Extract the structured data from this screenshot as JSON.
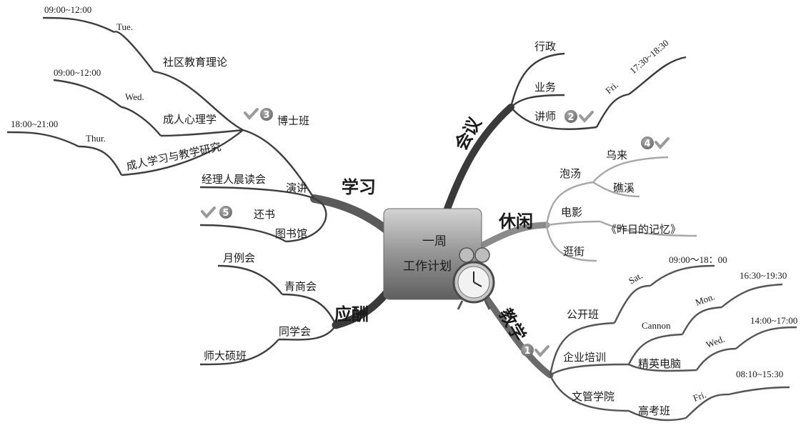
{
  "center": {
    "line1": "一周",
    "line2": "工作计划"
  },
  "branches": {
    "study": {
      "title": "学习",
      "phd": "博士班",
      "phd_badge": "3",
      "community": "社区教育理论",
      "community_day": "Tue.",
      "community_time": "09:00~12:00",
      "adult_psych": "成人心理学",
      "adult_psych_day": "Wed.",
      "adult_psych_time": "09:00~12:00",
      "adult_research": "成人学习与教学研究",
      "adult_research_day": "Thur.",
      "adult_research_time": "18:00~21:00",
      "speech": "演讲",
      "reading_club": "经理人晨读会",
      "library": "图书馆",
      "return_books": "还书",
      "return_badge": "5"
    },
    "social": {
      "title": "应酬",
      "youth_club": "青商会",
      "monthly": "月例会",
      "classmates": "同学会",
      "masters": "师大硕班"
    },
    "meeting": {
      "title": "会议",
      "admin": "行政",
      "business": "业务",
      "lecturer": "讲师",
      "lecturer_badge": "2",
      "lecturer_day": "Fri.",
      "lecturer_time": "17:30~18:30"
    },
    "leisure": {
      "title": "休闲",
      "hot_spring": "泡汤",
      "wulai": "乌来",
      "wulai_badge": "4",
      "jiaoxi": "礁溪",
      "movie": "电影",
      "movie_title": "《昨日的记忆》",
      "shopping": "逛街"
    },
    "teaching": {
      "title": "教学",
      "badge": "1",
      "open_class": "公开班",
      "open_day": "Sat.",
      "open_time": "09:00～18：00",
      "corporate": "企业培训",
      "cannon": "Cannon",
      "cannon_day": "Mon.",
      "cannon_time": "16:30~19:30",
      "elite": "精英电脑",
      "elite_day": "Wed.",
      "elite_time": "14:00~17:00",
      "college": "文管学院",
      "gaokao": "高考班",
      "gaokao_day": "Fri.",
      "gaokao_time": "08:10~15:30"
    }
  },
  "colors": {
    "branch_dark": "#3a3a3a",
    "branch_light": "#a8a8a8",
    "badge_fill": "#8a8a8a",
    "check": "#9a9a9a"
  }
}
